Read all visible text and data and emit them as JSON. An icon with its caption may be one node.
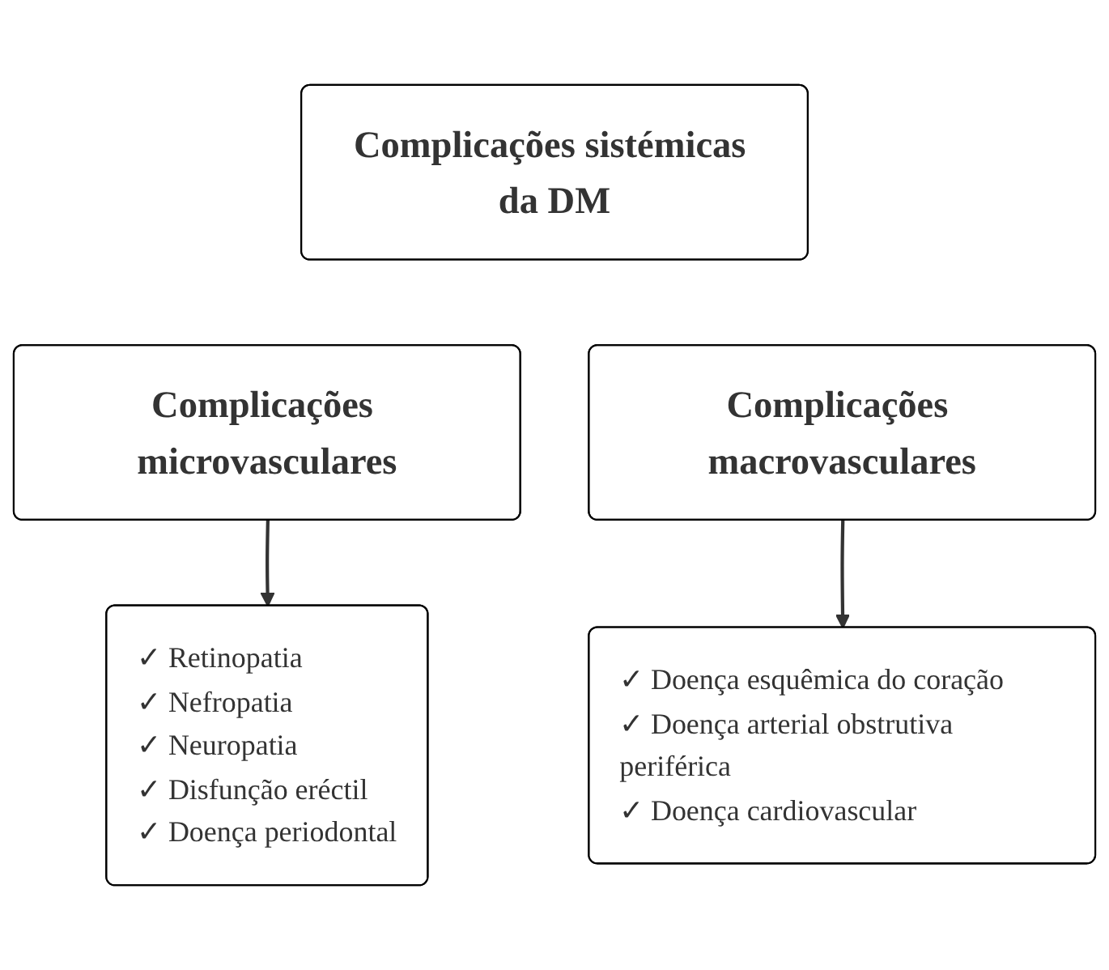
{
  "diagram": {
    "nodes": [
      {
        "text": [
          "Complicações sistémicas da DM"
        ]
      },
      {
        "text": [
          "Complicações microvasculares"
        ]
      },
      {
        "text": [
          "Complicações macrovasculares"
        ]
      },
      {
        "text": [
          "✓ Retinopatia",
          "✓ Nefropatia",
          "✓ Neuropatia",
          "✓ Disfunção eréctil",
          "✓ Doença periodontal"
        ]
      },
      {
        "text": [
          "✓ Doença esquêmica do coração",
          "✓ Doença arterial obstrutiva periférica",
          "✓ Doença cardiovascular"
        ]
      }
    ],
    "edges": [
      {
        "from": 1,
        "to": 3,
        "arrow": "to"
      },
      {
        "from": 2,
        "to": 4,
        "arrow": "to"
      }
    ]
  }
}
